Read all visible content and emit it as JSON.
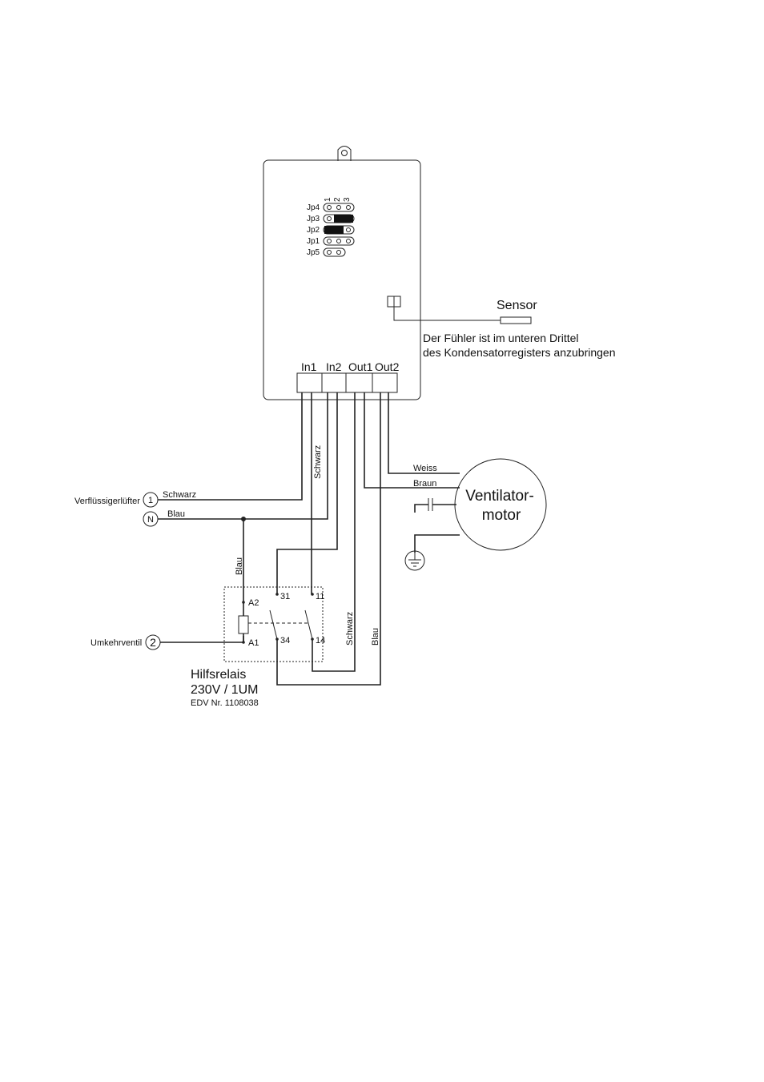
{
  "controller": {
    "jumpers": [
      "Jp4",
      "Jp3",
      "Jp2",
      "Jp1",
      "Jp5"
    ],
    "pin_numbers": [
      "1",
      "2",
      "3"
    ],
    "terminals": [
      "In1",
      "In2",
      "Out1",
      "Out2"
    ]
  },
  "sensor": {
    "label": "Sensor",
    "note_line1": "Der Fühler ist im unteren Drittel",
    "note_line2": "des Kondensatorregisters anzubringen"
  },
  "inputs": {
    "terminal1_label": "Verflüssigerlüfter",
    "terminal1_num": "1",
    "neutral_num": "N",
    "terminal2_label": "Umkehrventil",
    "terminal2_num": "2"
  },
  "wires": {
    "schwarz": "Schwarz",
    "blau": "Blau",
    "weiss": "Weiss",
    "braun": "Braun"
  },
  "motor": {
    "line1": "Ventilator-",
    "line2": "motor"
  },
  "relay": {
    "title": "Hilfsrelais",
    "rating": "230V / 1UM",
    "edv": "EDV Nr. 1108038",
    "a1": "A1",
    "a2": "A2",
    "c31": "31",
    "c11": "11",
    "c34": "34",
    "c14": "14"
  },
  "colors": {
    "line": "#222222",
    "background": "#ffffff"
  }
}
